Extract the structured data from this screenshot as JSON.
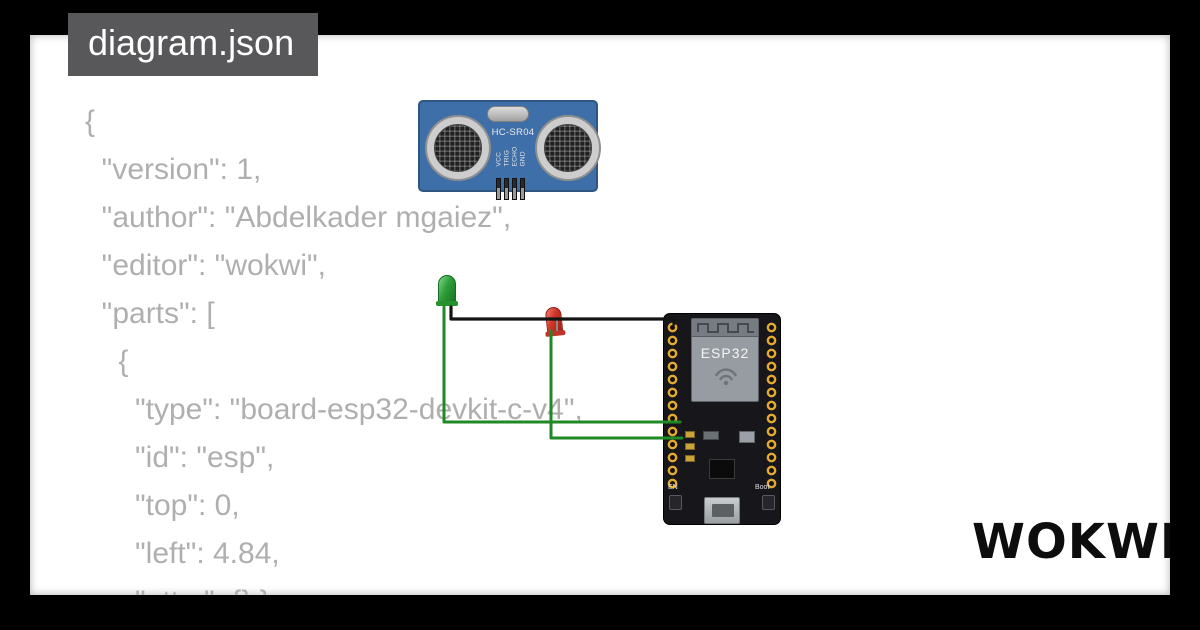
{
  "tab": {
    "label": "diagram.json"
  },
  "code": {
    "lines": [
      "{",
      "  \"version\": 1,",
      "  \"author\": \"Abdelkader mgaiez\",",
      "  \"editor\": \"wokwi\",",
      "  \"parts\": [",
      "    {",
      "      \"type\": \"board-esp32-devkit-c-v4\",",
      "      \"id\": \"esp\",",
      "      \"top\": 0,",
      "      \"left\": 4.84,",
      "      \"attrs\": {} },"
    ]
  },
  "components": {
    "hcsr04": {
      "label": "HC-SR04",
      "pins": [
        "VCC",
        "TRIG",
        "ECHO",
        "GND"
      ]
    },
    "esp32": {
      "label": "ESP32",
      "en_label": "EN",
      "boot_label": "Boot"
    },
    "led_green": {
      "color_name": "green"
    },
    "led_red": {
      "color_name": "red"
    }
  },
  "logo": {
    "text": "WOKWI"
  },
  "colors": {
    "frame": "#000000",
    "canvas": "#ffffff",
    "tab_bg": "#58585a",
    "code_text": "#afafaf",
    "sensor_board_blue": "#3f6fa8",
    "esp_pcb_black": "#17171b",
    "pin_gold": "#e2aa31",
    "wire_black": "#141414",
    "wire_green": "#1f8a24",
    "led_green": "#2f9e3a",
    "led_red": "#d03527"
  }
}
